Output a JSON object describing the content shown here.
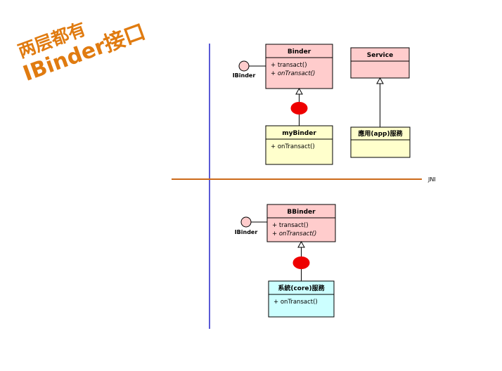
{
  "headline": {
    "line1": "两层都有",
    "line2": "IBinder接口"
  },
  "colors": {
    "pink_box": "#ffcccc",
    "yellow_box": "#ffffcc",
    "cyan_box": "#ccffff",
    "blue_line": "#5a5ad6",
    "orange_line": "#cc6a1a",
    "headline": "#e07b10",
    "red_marker": "#ee0000"
  },
  "jni_label": "JNI",
  "upper": {
    "binder": {
      "name": "Binder",
      "ops": [
        "+ transact()",
        "+ onTransact()"
      ]
    },
    "interface_label": "IBinder",
    "my_binder": {
      "name": "myBinder",
      "ops": [
        "+ onTransact()"
      ]
    },
    "service": {
      "name": "Service"
    },
    "app_service": {
      "name": "應用(app)服務"
    }
  },
  "lower": {
    "bbinder": {
      "name": "BBinder",
      "ops": [
        "+ transact()",
        "+ onTransact()"
      ]
    },
    "interface_label": "IBinder",
    "core_service": {
      "name": "系統(core)服務",
      "ops": [
        "+ onTransact()"
      ]
    }
  }
}
